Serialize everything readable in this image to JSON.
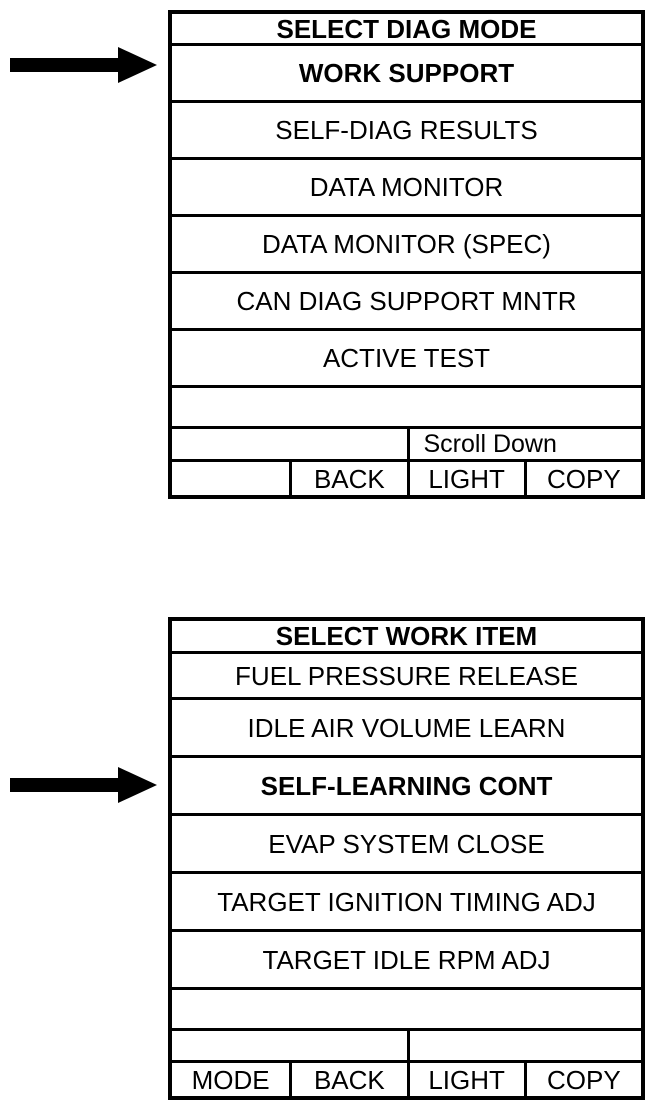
{
  "colors": {
    "background": "#ffffff",
    "foreground": "#000000",
    "border": "#000000"
  },
  "annotations": {
    "arrow_1_target": "WORK SUPPORT",
    "arrow_2_target": "SELF-LEARNING CONT"
  },
  "screens": [
    {
      "name": "select-diag-mode",
      "title": "SELECT DIAG MODE",
      "items": [
        {
          "label": "WORK SUPPORT",
          "selected": true
        },
        {
          "label": "SELF-DIAG RESULTS",
          "selected": false
        },
        {
          "label": "DATA MONITOR",
          "selected": false
        },
        {
          "label": "DATA MONITOR (SPEC)",
          "selected": false
        },
        {
          "label": "CAN DIAG SUPPORT MNTR",
          "selected": false
        },
        {
          "label": "ACTIVE TEST",
          "selected": false
        }
      ],
      "scroll_left": "",
      "scroll_label": "Scroll Down",
      "buttons": [
        "",
        "BACK",
        "LIGHT",
        "COPY"
      ]
    },
    {
      "name": "select-work-item",
      "title": "SELECT WORK ITEM",
      "items": [
        {
          "label": "FUEL PRESSURE RELEASE",
          "selected": false
        },
        {
          "label": "IDLE AIR VOLUME LEARN",
          "selected": false
        },
        {
          "label": "SELF-LEARNING CONT",
          "selected": true
        },
        {
          "label": "EVAP SYSTEM CLOSE",
          "selected": false
        },
        {
          "label": "TARGET IGNITION TIMING ADJ",
          "selected": false
        },
        {
          "label": "TARGET IDLE RPM ADJ",
          "selected": false
        }
      ],
      "scroll_left": "",
      "scroll_label": "",
      "buttons": [
        "MODE",
        "BACK",
        "LIGHT",
        "COPY"
      ]
    }
  ]
}
